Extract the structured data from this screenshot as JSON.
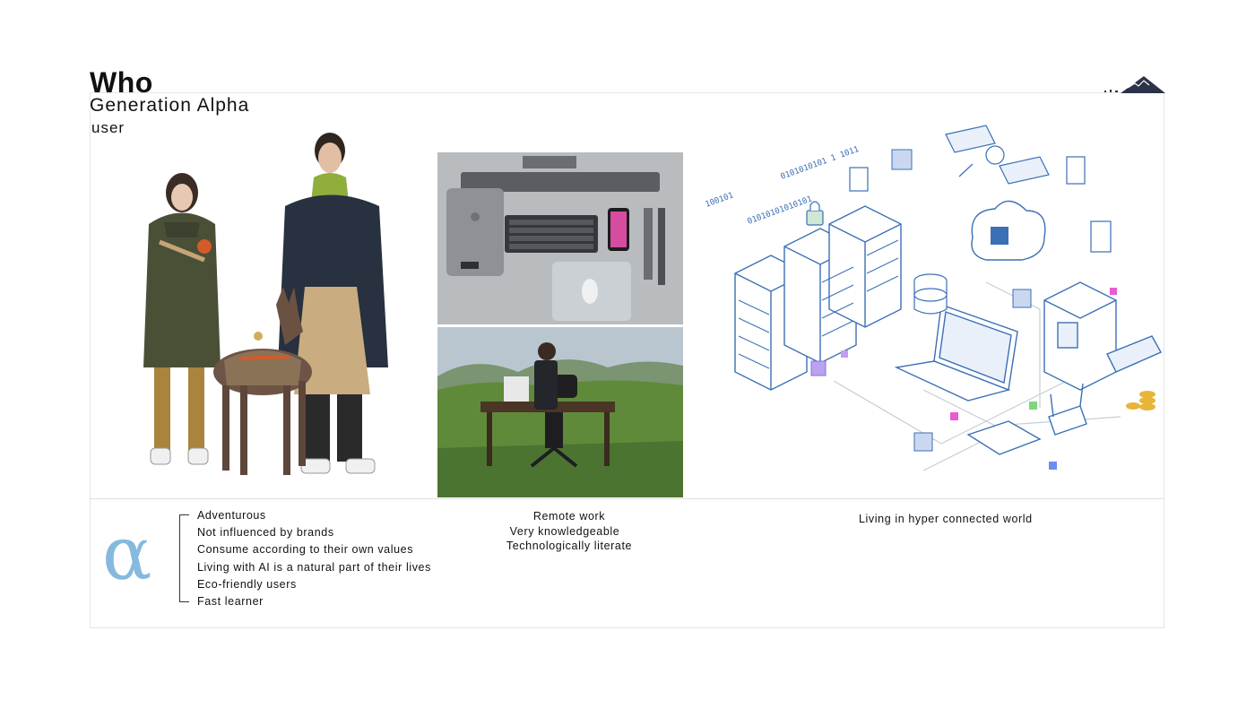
{
  "header": {
    "title": "Who",
    "subtitle": "Generation Alpha",
    "caption": "user"
  },
  "colors": {
    "alpha": "#86b9de",
    "iso_blue": "#3b6fb6",
    "accent_purple": "#8a6fd8",
    "accent_pink": "#e85bd6"
  },
  "alpha_symbol": "α",
  "traits": [
    "Adventurous",
    "Not influenced by brands",
    "Consume according to their own values",
    "Living with AI is a natural part of their lives",
    "Eco-friendly users",
    "Fast learner"
  ],
  "work": [
    "Remote work",
    "Very knowledgeable",
    "Technologically literate"
  ],
  "world": "Living in hyper connected world",
  "iso_binary": [
    "100101",
    "01010101010101",
    "0101010101 1 1011"
  ]
}
